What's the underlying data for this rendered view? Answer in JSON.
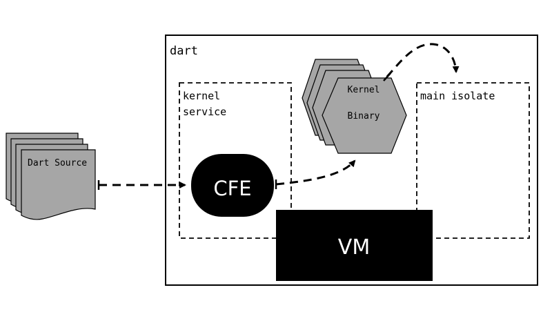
{
  "diagram": {
    "outer_box": {
      "label": "dart"
    },
    "kernel_service": {
      "label_line1": "kernel",
      "label_line2": "service"
    },
    "main_isolate": {
      "label": "main isolate"
    },
    "dart_source": {
      "label": "Dart Source"
    },
    "cfe": {
      "label": "CFE"
    },
    "kernel_binary": {
      "label_line1": "Kernel",
      "label_line2": "Binary"
    },
    "vm": {
      "label": "VM"
    }
  },
  "colors": {
    "stroke": "#000000",
    "fill_gray": "#a6a6a6",
    "fill_black": "#000000",
    "text_on_dark": "#ffffff",
    "background": "#ffffff"
  }
}
